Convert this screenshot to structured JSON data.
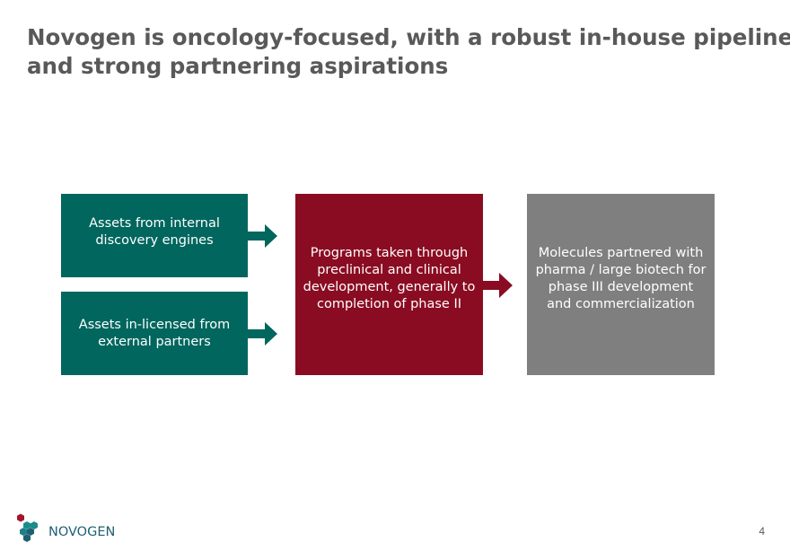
{
  "slide": {
    "title_lines": [
      "Novogen is oncology-focused, with a robust in-house pipeline",
      "and strong partnering aspirations"
    ],
    "page_number": "4"
  },
  "diagram": {
    "boxes": {
      "internal": {
        "lines": [
          "Assets from internal",
          "discovery engines"
        ],
        "color": "#00665e"
      },
      "inlicensed": {
        "lines": [
          "Assets in-licensed from",
          "external partners"
        ],
        "color": "#00665e"
      },
      "programs": {
        "lines": [
          "Programs taken through",
          "preclinical and clinical",
          "development, generally to",
          "completion of phase II"
        ],
        "color": "#8a0c22"
      },
      "partnered": {
        "lines": [
          "Molecules partnered with",
          "pharma / large biotech for",
          "phase III development",
          "and commercialization"
        ],
        "color": "#7f7f7f"
      }
    },
    "arrows": [
      {
        "from": "internal",
        "to": "programs",
        "color": "#00665e"
      },
      {
        "from": "inlicensed",
        "to": "programs",
        "color": "#00665e"
      },
      {
        "from": "programs",
        "to": "partnered",
        "color": "#8a0c22"
      }
    ]
  },
  "logo": {
    "wordmark": "NOVOGEN",
    "colors": {
      "hex_red": "#a1162b",
      "hex_teal": "#1a8c8c",
      "hex_blue": "#1f5f74"
    }
  }
}
